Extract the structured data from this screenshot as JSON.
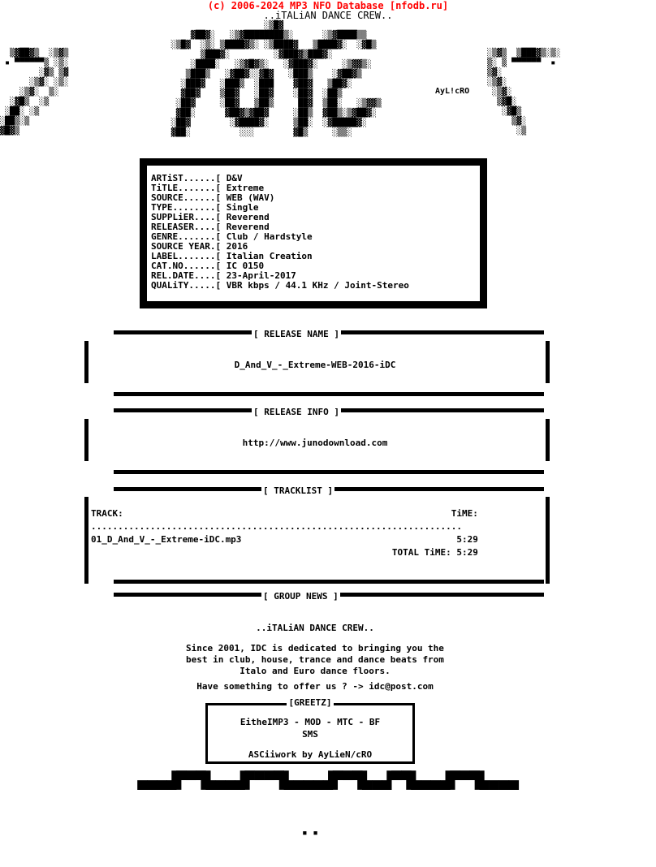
{
  "header": {
    "copyright": "(c) 2006-2024 MP3 NFO Database [nfodb.ru]",
    "copyright_color": "#FF0000",
    "group_tagline": "..iTALiAN DANCE CREW.."
  },
  "logo": {
    "text": "iDC",
    "signature": "AyL!cRO"
  },
  "metadata": {
    "lines": [
      {
        "label": "ARTiST......[",
        "value": "D&V"
      },
      {
        "label": "TiTLE.......[",
        "value": "Extreme"
      },
      {
        "label": "SOURCE......[",
        "value": "WEB (WAV)"
      },
      {
        "label": "TYPE........[",
        "value": "Single"
      },
      {
        "label": "SUPPLiER....[",
        "value": "Reverend"
      },
      {
        "label": "RELEASER....[",
        "value": "Reverend"
      },
      {
        "label": "GENRE.......[",
        "value": "Club / Hardstyle"
      },
      {
        "label": "SOURCE YEAR.[",
        "value": "2016"
      },
      {
        "label": "LABEL.......[",
        "value": "Italian Creation"
      },
      {
        "label": "CAT.NO......[",
        "value": "IC 0150"
      },
      {
        "label": "REL.DATE....[",
        "value": "23-April-2017"
      },
      {
        "label": "QUALiTY.....[",
        "value": "VBR kbps / 44.1 KHz / Joint-Stereo"
      }
    ]
  },
  "sections": {
    "release_name": {
      "title": "[ RELEASE NAME ]",
      "value": "D_And_V_-_Extreme-WEB-2016-iDC"
    },
    "release_info": {
      "title": "[ RELEASE INFO ]",
      "value": "http://www.junodownload.com"
    },
    "tracklist": {
      "title": "[ TRACKLIST ]",
      "col_track": "TRACK:",
      "col_time": "TiME:",
      "separator": ".....................................................................",
      "tracks": [
        {
          "name": "01_D_And_V_-_Extreme-iDC.mp3",
          "time": "5:29"
        }
      ],
      "total_label": "TOTAL TiME:",
      "total_time": "5:29"
    },
    "group_news": {
      "title": "[ GROUP NEWS ]",
      "heading": "..iTALiAN DANCE CREW..",
      "body_lines": [
        "Since 2001, IDC is dedicated to bringing you the",
        "best in club, house, trance and dance beats from",
        "Italo and Euro dance floors."
      ],
      "contact": "Have something to offer us ? -> idc@post.com"
    },
    "greetz": {
      "title": "[GREETZ]",
      "lines": [
        "EitheIMP3 - MOD - MTC - BF",
        "SMS"
      ],
      "credit": "ASCiiwork by AyLieN/cRO"
    }
  },
  "ascii_art": {
    "logo_block": [
      "                     ░▒█▓                              ",
      "      ▓██▓░   ░▒▓████████▒░      ░▒▓████▒▒             ",
      "  ░▒█▓  ░▒░ ▒████▓▒░ ░▒████▓   ▒████▓░  ░▓█▒           ",
      "        ▒███▓░         ░▓███▓▒███▓░                    ",
      "      ░████░   ░▒▓█▓▒░   ░▓███▓░     ░▒▓▓▒░            ",
      "     ▒███▒   ░▓██▓░░▓█▓   ░███▒    ░▓██▓▒              ",
      "    ░███▓   ░███▒  ░███    ▓██▓   ▒██▓░                ",
      "    ▓██▓    ▒██▓   ░██▓    ░██▓  ░██▒                  ",
      "   ░██▓     ░██▓   ▒██▒     ██▓  ▒██░   ░▒▓▓▒          ",
      "   ▓██░      ▓██▓▒▓██▓     ░██▒  ▓██▒░▒▓██▓░           ",
      "  ░██▓        ░▓████▓░     ▒██░  ░▓█████▓░             ",
      "  ▓██░          ░░░        ▓█▒     ░▒▒░                "
    ],
    "bottom_border": "▄▄▄▟▛▀▜▙▄▄▟▛▀▀▜▙▄▄▄▟▛▀▜▙▄▟▀▜▙▄▄▟▛▀▜▙▄▄▄"
  }
}
